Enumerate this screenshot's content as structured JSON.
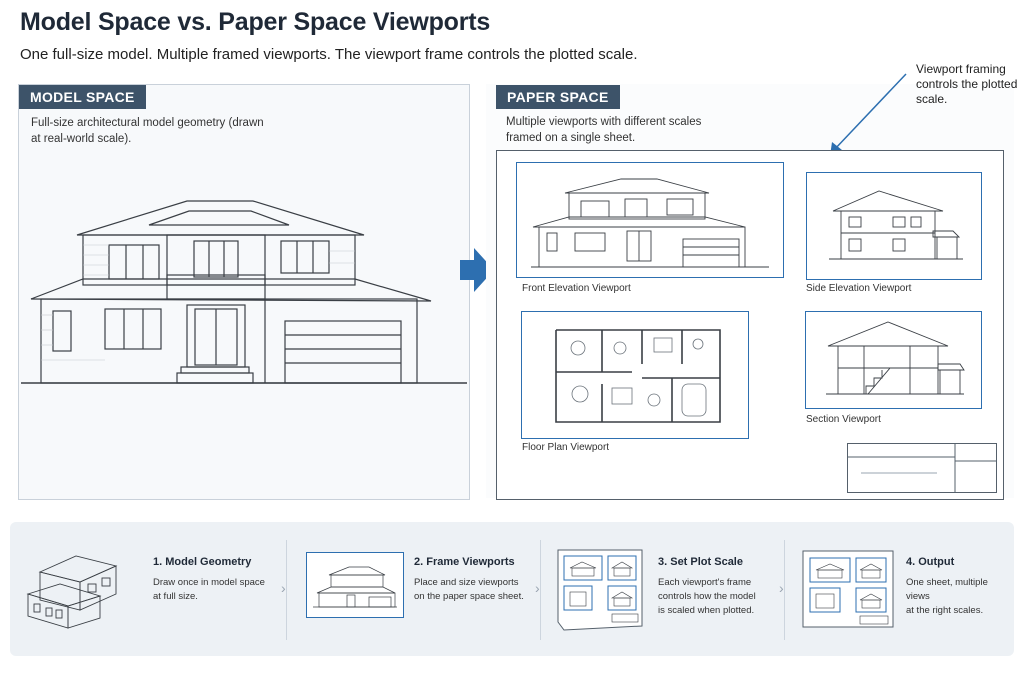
{
  "header": {
    "title": "Model Space vs. Paper Space Viewports",
    "subtitle": "One full-size model. Multiple framed viewports. The viewport frame controls the plotted scale."
  },
  "model_space": {
    "label": "MODEL SPACE",
    "description": "Full-size architectural model geometry (drawn at real-world scale)."
  },
  "paper_space": {
    "label": "PAPER SPACE",
    "description": "Multiple viewports with different scales framed on a single sheet.",
    "viewports": [
      {
        "label": "Front Elevation Viewport"
      },
      {
        "label": "Side Elevation Viewport"
      },
      {
        "label": "Floor Plan Viewport"
      },
      {
        "label": "Section Viewport"
      }
    ]
  },
  "callout": {
    "text": "Viewport framing controls the plotted scale."
  },
  "steps": [
    {
      "title": "1. Model Geometry",
      "desc_line1": "Draw once in model space",
      "desc_line2": "at full size.",
      "desc_line3": ""
    },
    {
      "title": "2. Frame Viewports",
      "desc_line1": "Place and size viewports",
      "desc_line2": "on the paper space sheet.",
      "desc_line3": ""
    },
    {
      "title": "3. Set Plot Scale",
      "desc_line1": "Each viewport's frame",
      "desc_line2": "controls how the model",
      "desc_line3": "is scaled when plotted."
    },
    {
      "title": "4. Output",
      "desc_line1": "One sheet, multiple views",
      "desc_line2": "at the right scales.",
      "desc_line3": ""
    }
  ],
  "colors": {
    "label_bg": "#3d5369",
    "viewport_frame": "#2d6fb0",
    "arrow": "#2d6fb0"
  }
}
